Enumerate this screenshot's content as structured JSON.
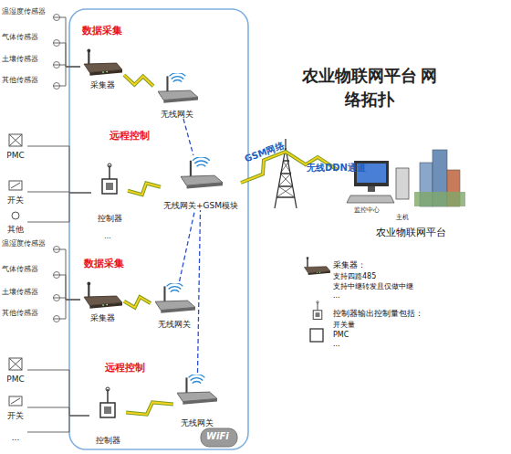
{
  "diagram": {
    "title": "农业物联网平台 网络拓扑",
    "nodes": [
      {
        "text": [
          "温湿度传感器"
        ]
      },
      {
        "text": [
          "气体传感器"
        ]
      },
      {
        "text": [
          "土壤传感器"
        ]
      },
      {
        "text": [
          "其他传感器"
        ]
      },
      {
        "text": [
          "采集器"
        ]
      },
      {
        "text": [
          "无线网关"
        ]
      },
      {
        "text": [
          "PMC"
        ]
      },
      {
        "text": [
          "开关"
        ]
      },
      {
        "text": [
          "其他"
        ]
      },
      {
        "text": [
          "控制器"
        ]
      },
      {
        "text": [
          "无线网关+GSM模块"
        ]
      },
      {
        "text": [
          "温湿度传感器"
        ]
      },
      {
        "text": [
          "气体传感器"
        ]
      },
      {
        "text": [
          "土壤传感器"
        ]
      },
      {
        "text": [
          "其他传感器"
        ]
      },
      {
        "text": [
          "采集器"
        ]
      },
      {
        "text": [
          "无线网关"
        ]
      },
      {
        "text": [
          "PMC"
        ]
      },
      {
        "text": [
          "开关"
        ]
      },
      {
        "text": [
          "..."
        ]
      },
      {
        "text": [
          "控制器"
        ]
      },
      {
        "text": [
          "无线网关"
        ]
      },
      {
        "text": [
          "监控中心",
          "主机",
          "农业物联网平台"
        ]
      }
    ],
    "edges": [
      {
        "from": 0,
        "to": 4,
        "arrow": "none"
      },
      {
        "from": 1,
        "to": 4,
        "arrow": "none"
      },
      {
        "from": 2,
        "to": 4,
        "arrow": "none"
      },
      {
        "from": 3,
        "to": 4,
        "arrow": "none"
      },
      {
        "from": 4,
        "to": 5,
        "arrow": "none"
      },
      {
        "from": 5,
        "to": 10,
        "arrow": "none"
      },
      {
        "from": 6,
        "to": 9,
        "arrow": "none"
      },
      {
        "from": 7,
        "to": 9,
        "arrow": "none"
      },
      {
        "from": 8,
        "to": 9,
        "arrow": "none"
      },
      {
        "from": 9,
        "to": 10,
        "arrow": "none"
      },
      {
        "from": 11,
        "to": 15,
        "arrow": "none"
      },
      {
        "from": 12,
        "to": 15,
        "arrow": "none"
      },
      {
        "from": 13,
        "to": 15,
        "arrow": "none"
      },
      {
        "from": 14,
        "to": 15,
        "arrow": "none"
      },
      {
        "from": 15,
        "to": 16,
        "arrow": "none"
      },
      {
        "from": 16,
        "to": 10,
        "arrow": "none"
      },
      {
        "from": 17,
        "to": 20,
        "arrow": "none"
      },
      {
        "from": 18,
        "to": 20,
        "arrow": "none"
      },
      {
        "from": 19,
        "to": 20,
        "arrow": "none"
      },
      {
        "from": 20,
        "to": 21,
        "arrow": "none"
      },
      {
        "from": 21,
        "to": 10,
        "arrow": "none"
      },
      {
        "from": 10,
        "to": 22,
        "label": "GSM网络",
        "arrow": "none"
      }
    ],
    "labels": [
      "数据采集",
      "远程控制",
      "...",
      "...",
      "数据采集",
      "远程控制",
      "无线DDN通道",
      "支持四路485",
      "支持中继转发且仅做中继",
      "...",
      "开关量",
      "PMC",
      "...",
      "WiFi"
    ],
    "legend": [
      {
        "text": "采集器："
      },
      {
        "text": "控制器输出控制量包括："
      }
    ]
  }
}
